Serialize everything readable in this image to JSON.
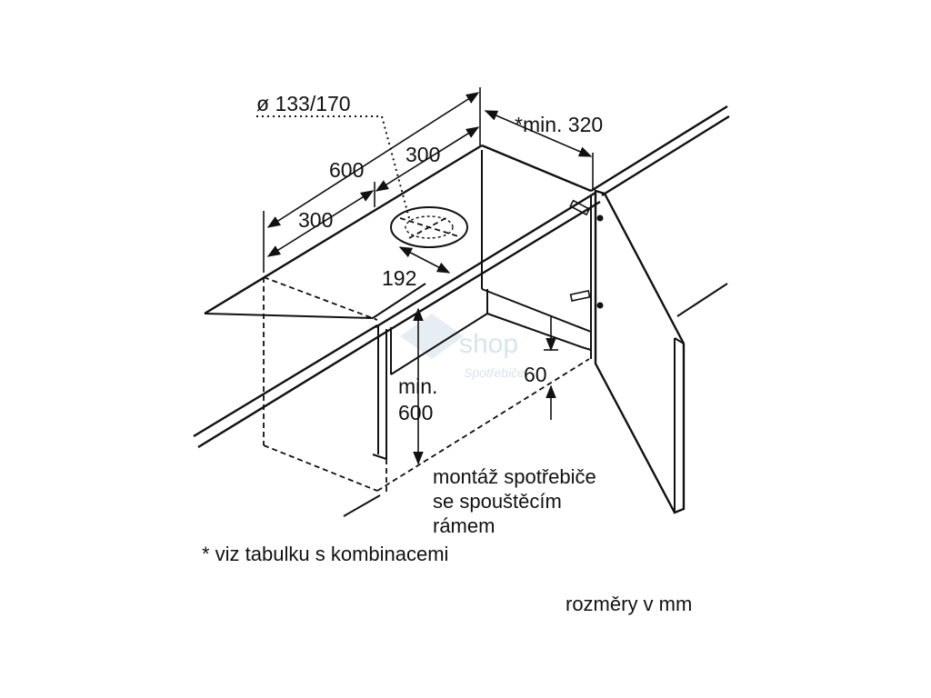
{
  "dimensions": {
    "duct_diameter": "ø 133/170",
    "depth_600": "600",
    "depth_300_front": "300",
    "depth_300_back": "300",
    "min_320": "*min. 320",
    "hole_192": "192",
    "height_min_600_line1": "min.",
    "height_min_600_line2": "600",
    "gap_60": "60"
  },
  "notes": {
    "installation_line1": "montáž spotřebiče",
    "installation_line2": "se spouštěcím",
    "installation_line3": "rámem",
    "see_table": "* viz tabulku s kombinacemi",
    "units": "rozměry v mm"
  },
  "watermark": {
    "brand": "shop",
    "sub": "Spotřebiče"
  },
  "colors": {
    "ink": "#111111",
    "watermark": "#d9e4ec",
    "background": "#ffffff"
  }
}
